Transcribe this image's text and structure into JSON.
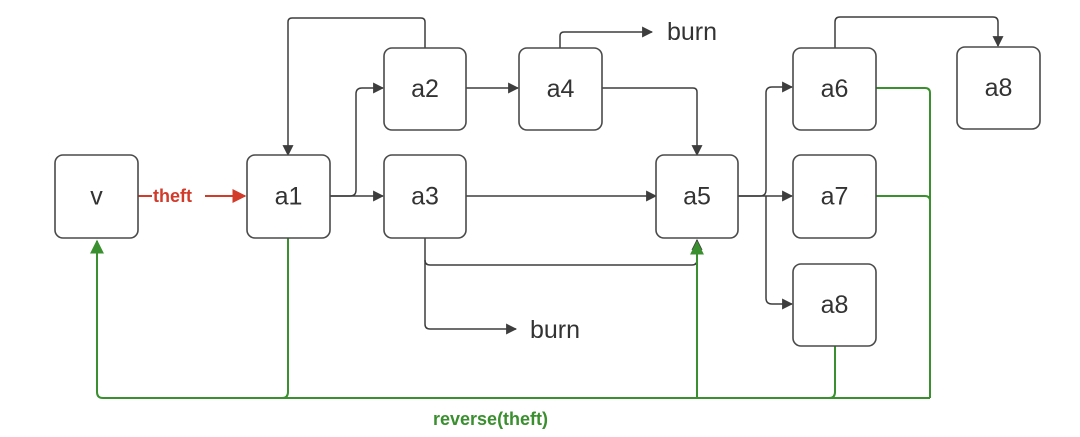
{
  "nodes": {
    "v": "v",
    "a1": "a1",
    "a2": "a2",
    "a3": "a3",
    "a4": "a4",
    "a5": "a5",
    "a6": "a6",
    "a7": "a7",
    "a8_top": "a8",
    "a8_bottom": "a8"
  },
  "labels": {
    "burn_top": "burn",
    "burn_bottom": "burn",
    "theft": "theft",
    "reverse": "reverse(theft)"
  },
  "colors": {
    "node_border": "#4a4a4a",
    "edge": "#3d3d3d",
    "theft": "#d23a2a",
    "reverse": "#3a8f2f"
  }
}
